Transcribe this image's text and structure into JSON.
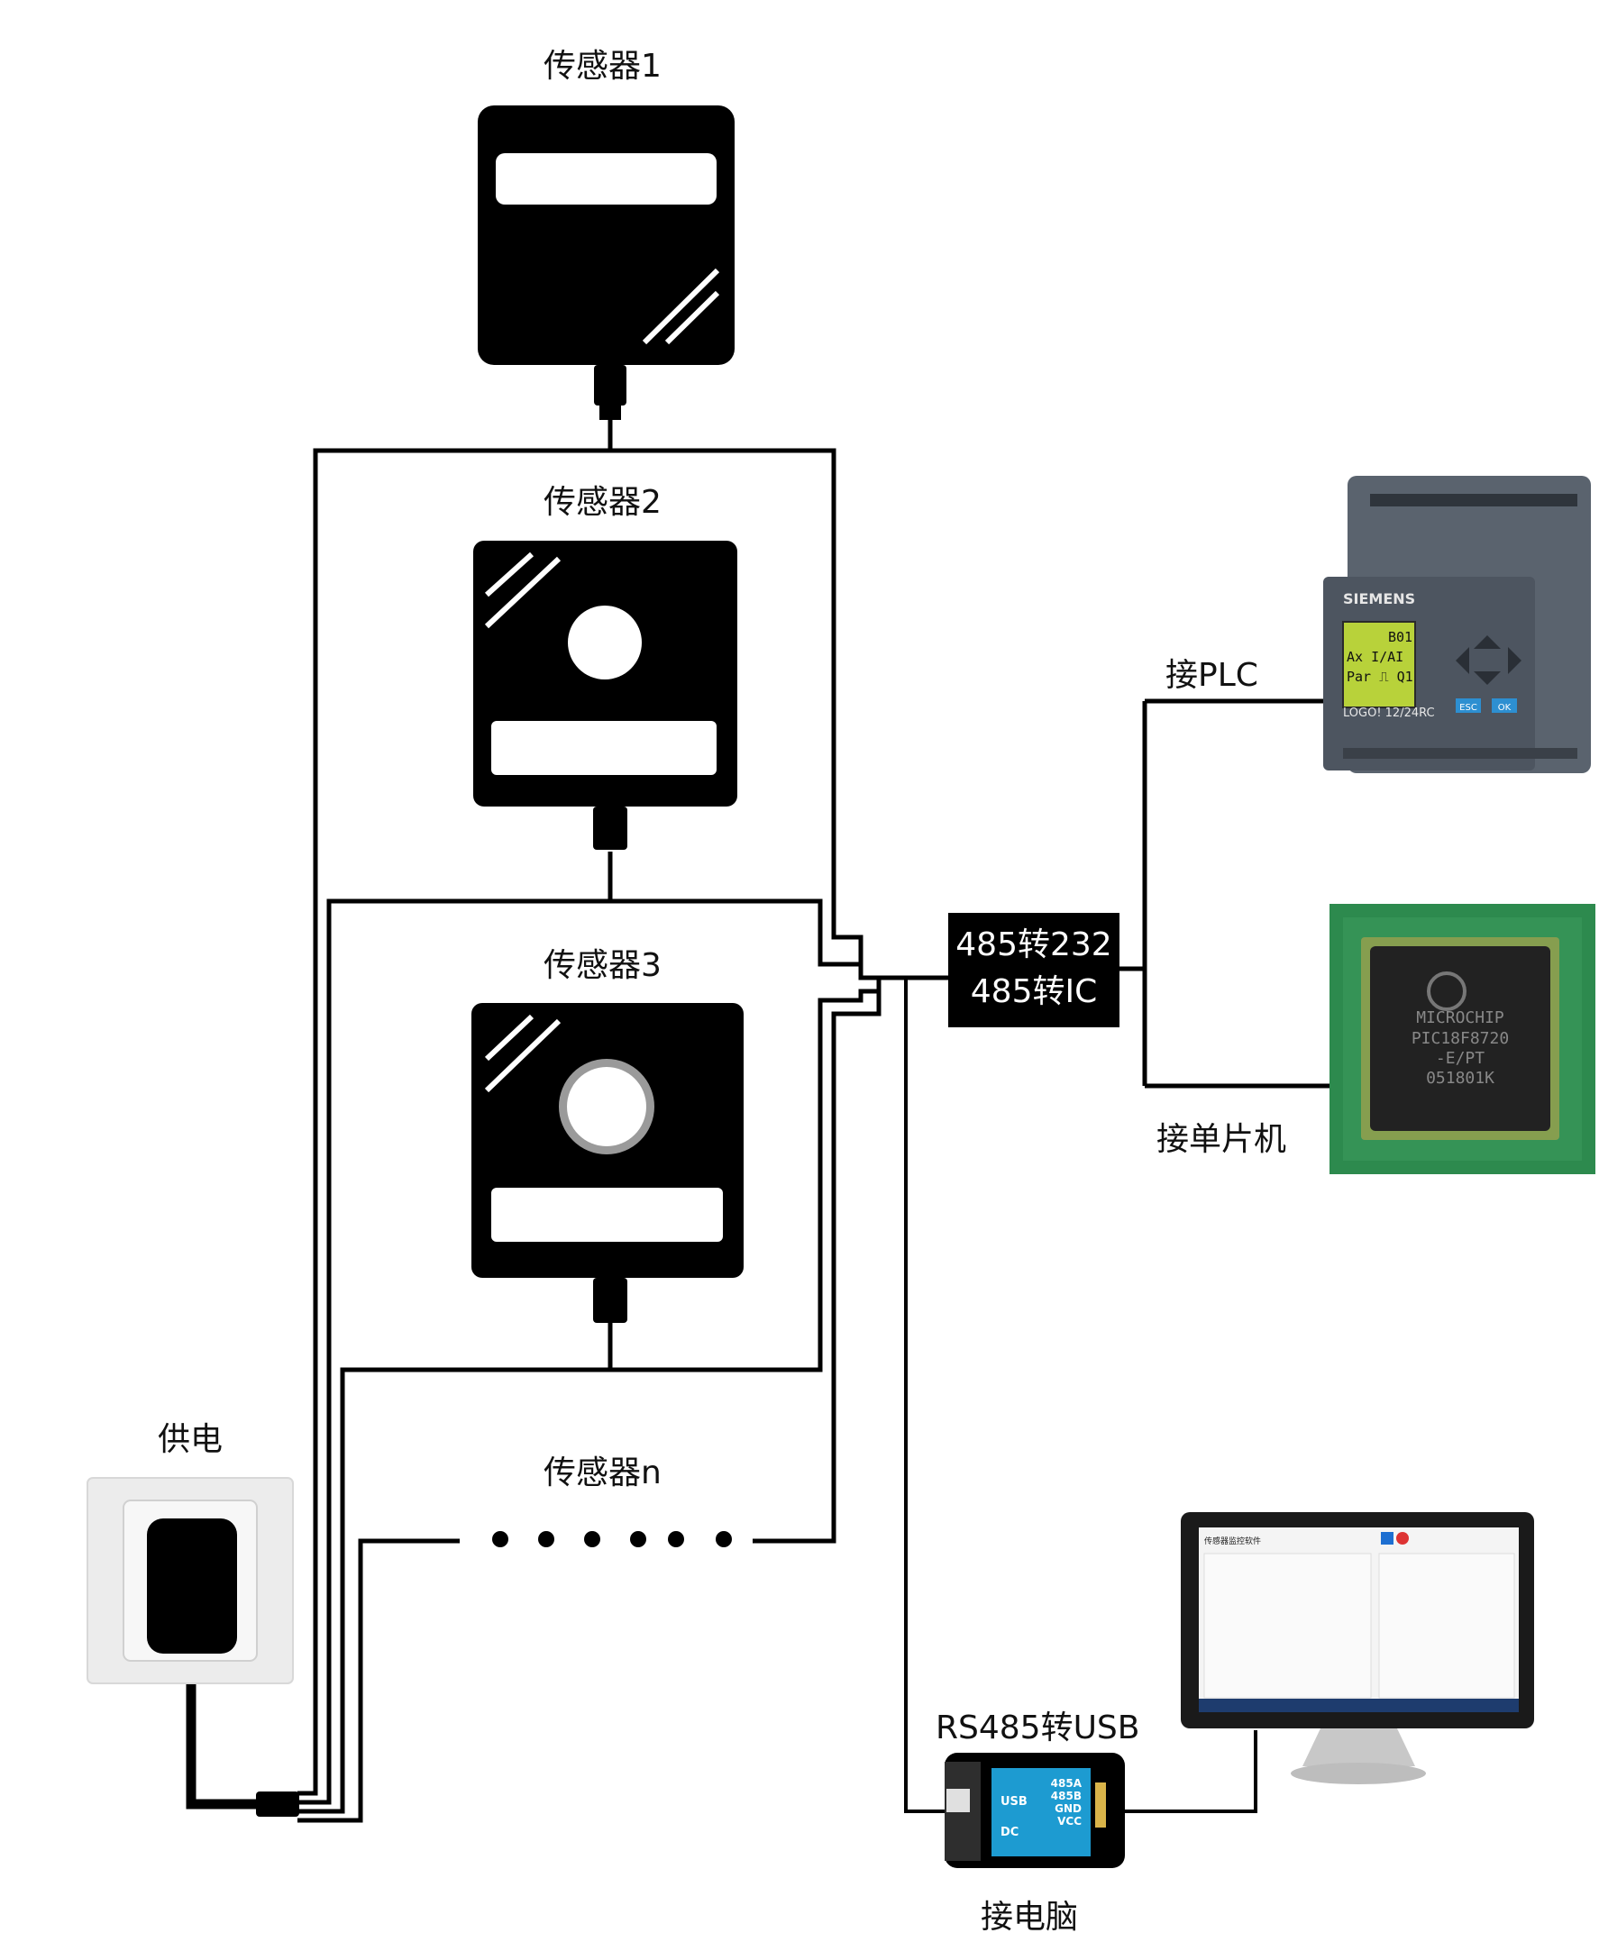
{
  "sensors": [
    {
      "label": "传感器1"
    },
    {
      "label": "传感器2"
    },
    {
      "label": "传感器3"
    },
    {
      "label": "传感器n"
    }
  ],
  "power": {
    "label": "供电"
  },
  "converter": {
    "line1": "485转232",
    "line2": "485转IC"
  },
  "plc": {
    "label": "接PLC",
    "brand": "SIEMENS",
    "screen_lines": [
      "B01",
      "Ax I/AI",
      "Par ⎍ Q1"
    ],
    "model": "LOGO! 12/24RC",
    "btn_esc": "ESC",
    "btn_ok": "OK"
  },
  "mcu": {
    "label": "接单片机",
    "brand": "MICROCHIP",
    "part_line1": "PIC18F8720",
    "part_line2": "-E/PT",
    "part_line3": "051801K"
  },
  "usb_converter": {
    "title": "RS485转USB",
    "usb_label": "USB",
    "dc_label": "DC",
    "pins": [
      "485A",
      "485B",
      "GND",
      "VCC"
    ]
  },
  "computer": {
    "label": "接电脑",
    "app_title": "传感器监控软件"
  },
  "colors": {
    "device": "#000000",
    "plc_body": "#4d5560",
    "plc_screen": "#b8d23a",
    "pcb": "#2d8a4e",
    "usb_board": "#1d9bd1"
  }
}
